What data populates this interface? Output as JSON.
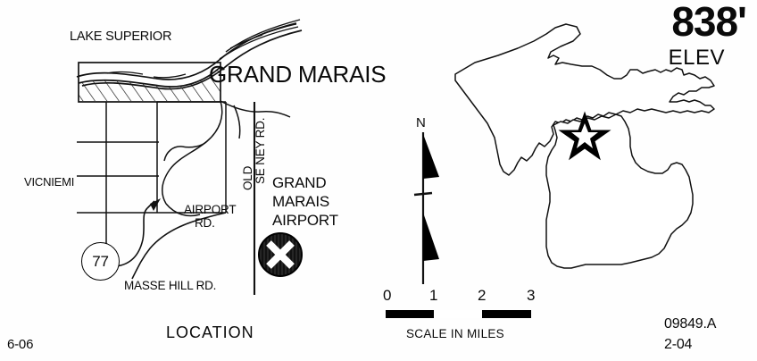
{
  "sheet": {
    "title": "LOCATION",
    "code_left": "6-06",
    "chart_number": "09849.A",
    "chart_date": "2-04",
    "background_color": "#ffffff",
    "ink_color": "#000000"
  },
  "elevation": {
    "value": "838'",
    "label": "ELEV"
  },
  "vicinity_map": {
    "title": "LOCATION",
    "water_label": "LAKE SUPERIOR",
    "city_label": "GRAND MARAIS",
    "place_label": "VICNIEMI",
    "airport_name_lines": [
      "GRAND",
      "MARAIS",
      "AIRPORT"
    ],
    "roads": [
      {
        "name": "AIRPORT RD.",
        "line1": "AIRPORT",
        "line2": "RD."
      },
      {
        "name": "OLD SENEY RD.",
        "line1": "OLD",
        "line2": "SE NEY RD."
      },
      {
        "name": "MASSE HILL RD.",
        "line1": "MASSE HILL RD."
      }
    ],
    "route_shield": {
      "number": "77",
      "shape": "circle"
    },
    "airport_symbol": "crossed-runways-filled-circle"
  },
  "state_map": {
    "state": "Michigan",
    "marker": "star",
    "marker_meaning": "airport location"
  },
  "north_arrow": {
    "label": "N"
  },
  "scale": {
    "caption": "SCALE IN MILES",
    "ticks": [
      "0",
      "1",
      "2",
      "3"
    ],
    "segments": [
      {
        "from": "0",
        "to": "1",
        "fill": "black"
      },
      {
        "from": "1",
        "to": "2",
        "fill": "white"
      },
      {
        "from": "2",
        "to": "3",
        "fill": "black"
      }
    ]
  }
}
